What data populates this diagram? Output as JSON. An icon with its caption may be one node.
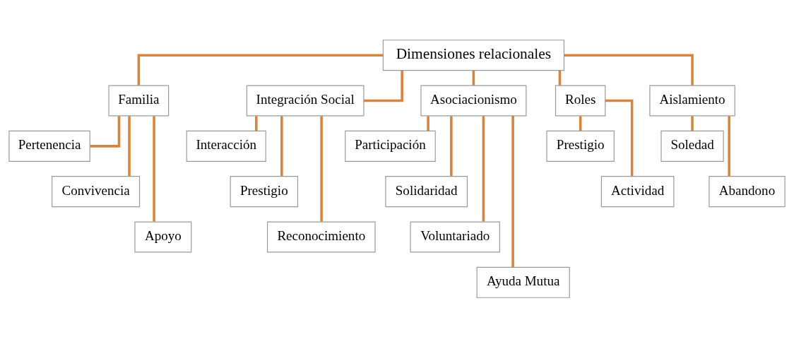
{
  "diagram": {
    "nodes": [
      {
        "text": [
          "Dimensiones relacionales"
        ]
      },
      {
        "text": [
          "Familia"
        ]
      },
      {
        "text": [
          "Pertenencia"
        ]
      },
      {
        "text": [
          "Convivencia"
        ]
      },
      {
        "text": [
          "Apoyo"
        ]
      },
      {
        "text": [
          "Integración Social"
        ]
      },
      {
        "text": [
          "Interacción"
        ]
      },
      {
        "text": [
          "Prestigio"
        ]
      },
      {
        "text": [
          "Reconocimiento"
        ]
      },
      {
        "text": [
          "Asociacionismo"
        ]
      },
      {
        "text": [
          "Participación"
        ]
      },
      {
        "text": [
          "Solidaridad"
        ]
      },
      {
        "text": [
          "Voluntariado"
        ]
      },
      {
        "text": [
          "Ayuda Mutua"
        ]
      },
      {
        "text": [
          "Roles"
        ]
      },
      {
        "text": [
          "Prestigio"
        ]
      },
      {
        "text": [
          "Actividad"
        ]
      },
      {
        "text": [
          "Aislamiento"
        ]
      },
      {
        "text": [
          "Soledad"
        ]
      },
      {
        "text": [
          "Abandono"
        ]
      }
    ],
    "edges": [
      {
        "from": 0,
        "to": 1,
        "arrow": "none"
      },
      {
        "from": 0,
        "to": 5,
        "arrow": "none"
      },
      {
        "from": 0,
        "to": 9,
        "arrow": "none"
      },
      {
        "from": 0,
        "to": 14,
        "arrow": "none"
      },
      {
        "from": 0,
        "to": 17,
        "arrow": "none"
      },
      {
        "from": 1,
        "to": 2,
        "arrow": "none"
      },
      {
        "from": 1,
        "to": 3,
        "arrow": "none"
      },
      {
        "from": 1,
        "to": 4,
        "arrow": "none"
      },
      {
        "from": 5,
        "to": 6,
        "arrow": "none"
      },
      {
        "from": 5,
        "to": 7,
        "arrow": "none"
      },
      {
        "from": 5,
        "to": 8,
        "arrow": "none"
      },
      {
        "from": 9,
        "to": 10,
        "arrow": "none"
      },
      {
        "from": 9,
        "to": 11,
        "arrow": "none"
      },
      {
        "from": 9,
        "to": 12,
        "arrow": "none"
      },
      {
        "from": 9,
        "to": 13,
        "arrow": "none"
      },
      {
        "from": 14,
        "to": 15,
        "arrow": "none"
      },
      {
        "from": 14,
        "to": 16,
        "arrow": "none"
      },
      {
        "from": 17,
        "to": 18,
        "arrow": "none"
      },
      {
        "from": 17,
        "to": 19,
        "arrow": "none"
      }
    ]
  }
}
